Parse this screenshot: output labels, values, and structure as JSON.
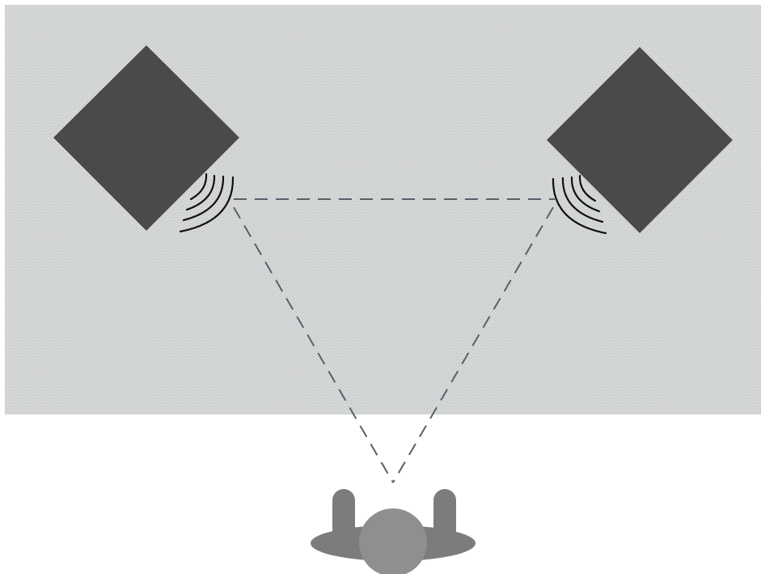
{
  "diagram": {
    "kind": "stereo speaker placement",
    "colors": {
      "room": "#d6d8d8",
      "room_dot": "#b9bcbd",
      "speaker": "#4a4a4c",
      "listener": "#8f8f8f",
      "listener_dark": "#7c7c7c",
      "dash_line": "#5a5f6a",
      "sound_wave": "#111111",
      "background": "#ffffff"
    },
    "nodes": [
      {
        "id": "left-speaker",
        "shape": "square rotated 45°",
        "icon": "speaker-icon"
      },
      {
        "id": "right-speaker",
        "shape": "square rotated 45°",
        "icon": "speaker-icon"
      },
      {
        "id": "listener",
        "shape": "top view of person",
        "icon": "listener-icon"
      }
    ],
    "edges": [
      {
        "from": "left-speaker",
        "to": "right-speaker",
        "style": "dashed"
      },
      {
        "from": "left-speaker",
        "to": "listener",
        "style": "dashed"
      },
      {
        "from": "right-speaker",
        "to": "listener",
        "style": "dashed"
      }
    ],
    "sound_waves_per_speaker": 4
  }
}
